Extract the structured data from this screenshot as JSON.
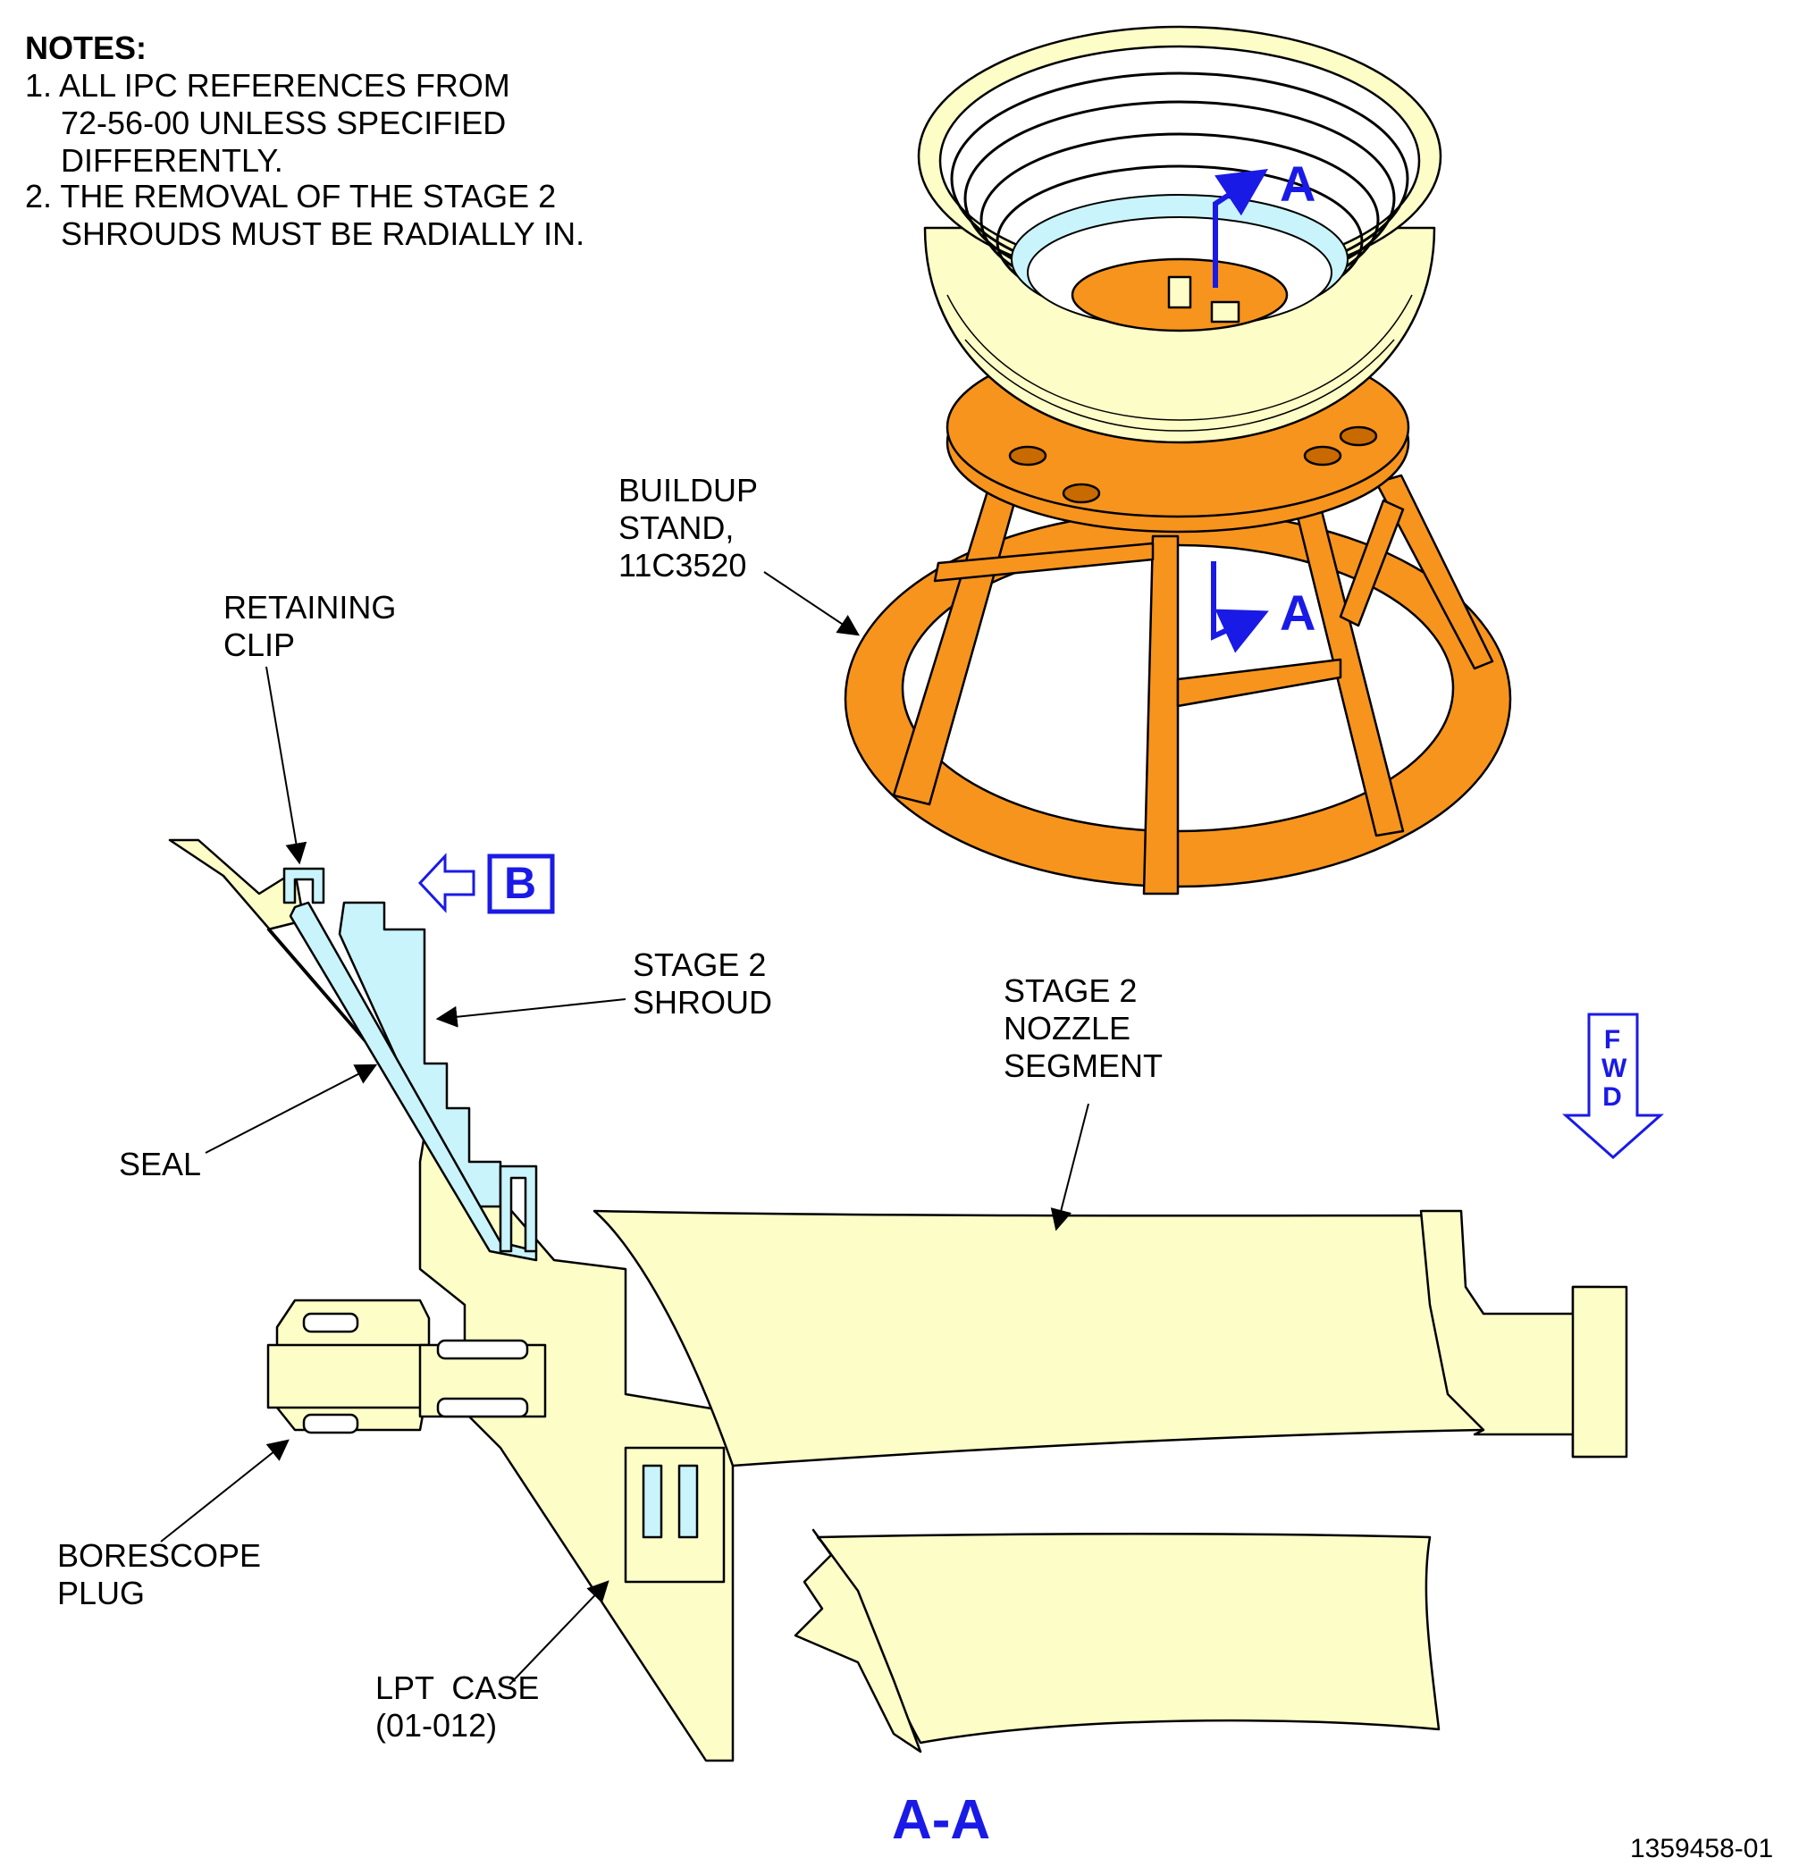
{
  "notes": {
    "title": "NOTES:",
    "items": [
      "1. ALL IPC REFERENCES FROM\n    72-56-00 UNLESS SPECIFIED\n    DIFFERENTLY.",
      "2. THE REMOVAL OF THE STAGE 2\n    SHROUDS MUST BE RADIALLY IN."
    ]
  },
  "labels": {
    "buildup_stand": "BUILDUP\nSTAND,\n11C3520",
    "retaining_clip": "RETAINING\nCLIP",
    "stage2_shroud": "STAGE 2\nSHROUD",
    "stage2_nozzle": "STAGE 2\nNOZZLE\nSEGMENT",
    "seal": "SEAL",
    "borescope_plug": "BORESCOPE\nPLUG",
    "lpt_case": "LPT  CASE\n(01-012)"
  },
  "markers": {
    "section_a_top": "A",
    "section_a_bottom": "A",
    "view_b": "B",
    "fwd": "FWD",
    "section_title": "A-A"
  },
  "figure_id": "1359458-01",
  "colors": {
    "blue": "#1a1ae6",
    "orange": "#f7941d",
    "cream": "#fdfdc8",
    "shroud": "#c9f4fb",
    "outline": "#000000"
  }
}
